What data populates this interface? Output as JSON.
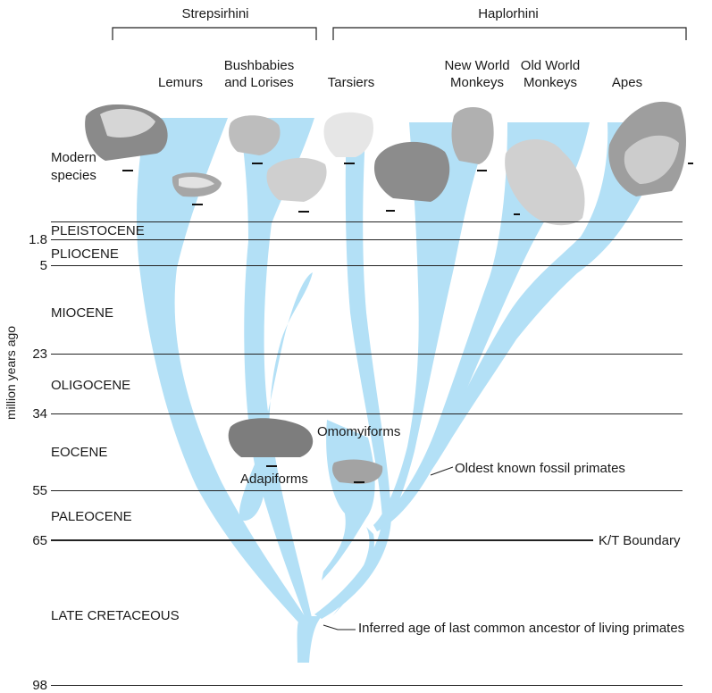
{
  "groups": {
    "strepsirhini": "Strepsirhini",
    "haplorhini": "Haplorhini"
  },
  "taxa": {
    "lemurs": "Lemurs",
    "bushbabies_1": "Bushbabies",
    "bushbabies_2": "and Lorises",
    "tarsiers": "Tarsiers",
    "nwm_1": "New World",
    "nwm_2": "Monkeys",
    "owm_1": "Old World",
    "owm_2": "Monkeys",
    "apes": "Apes"
  },
  "modern_species": {
    "line1": "Modern",
    "line2": "species"
  },
  "epochs": {
    "pleistocene": "PLEISTOCENE",
    "pliocene": "PLIOCENE",
    "miocene": "MIOCENE",
    "oligocene": "OLIGOCENE",
    "eocene": "EOCENE",
    "paleocene": "PALEOCENE",
    "late_cretaceous": "LATE CRETACEOUS"
  },
  "ages": {
    "a1_8": "1.8",
    "a5": "5",
    "a23": "23",
    "a34": "34",
    "a55": "55",
    "a65": "65",
    "a98": "98"
  },
  "y_axis_label": "million years ago",
  "fossils": {
    "adapiforms": "Adapiforms",
    "omomyiforms": "Omomyiforms"
  },
  "annotations": {
    "oldest_fossil": "Oldest known fossil primates",
    "kt_boundary": "K/T Boundary",
    "lca": "Inferred age of last common ancestor of living primates"
  },
  "colors": {
    "branch": "#b3e0f6",
    "line": "#222222",
    "bone_light": "#e4e4e4",
    "bone_dark": "#6e6e6e"
  }
}
